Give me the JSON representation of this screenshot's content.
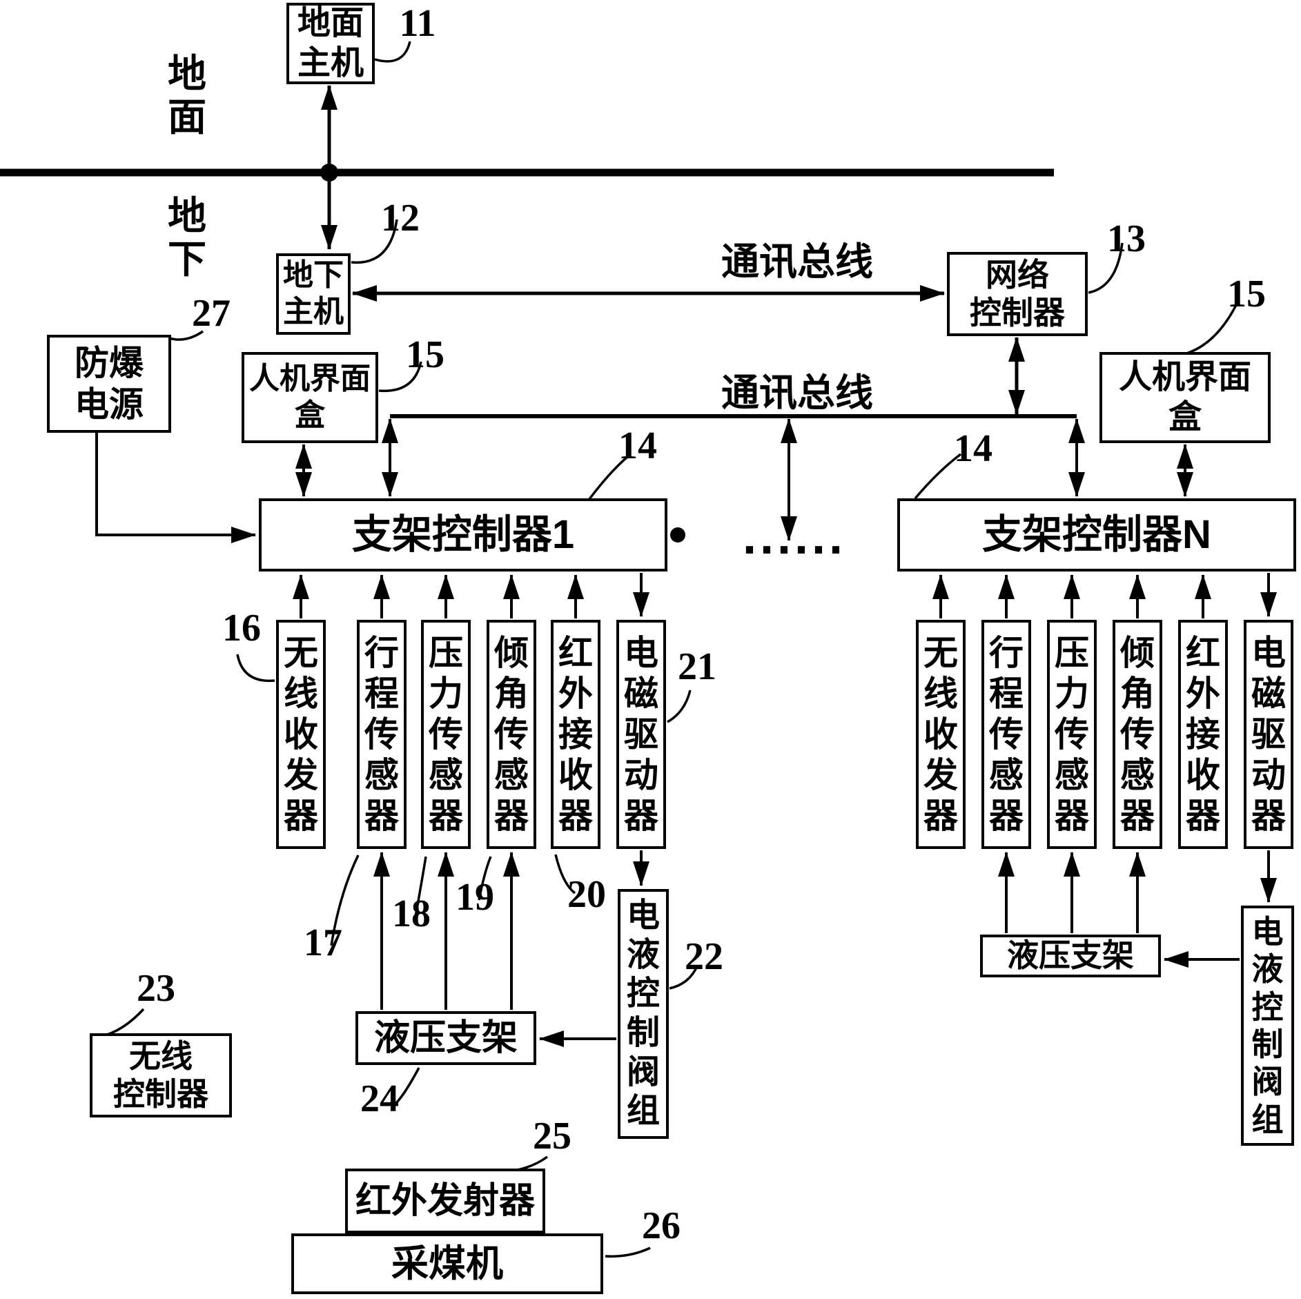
{
  "labels": {
    "surface": "地面",
    "underground": "地下",
    "bus": "通讯总线",
    "ellipsis": "......"
  },
  "nodes": {
    "ground_host": {
      "label": "地面\n主机",
      "ref": "11"
    },
    "underground_host": {
      "label": "地下\n主机",
      "ref": "12"
    },
    "network_controller": {
      "label": "网络\n控制器",
      "ref": "13"
    },
    "support_controller_1": {
      "label": "支架控制器1",
      "ref": "14"
    },
    "support_controller_n": {
      "label": "支架控制器N",
      "ref": "14"
    },
    "hmi_box": {
      "label": "人机界面\n盒",
      "ref": "15"
    },
    "explosion_proof_power": {
      "label": "防爆\n电源",
      "ref": "27"
    },
    "wireless_controller": {
      "label": "无线\n控制器",
      "ref": "23"
    },
    "hydraulic_support": {
      "label": "液压支架",
      "ref": "24"
    },
    "electro_hydraulic_valve_group": {
      "label": "电液控制阀组",
      "ref": "22"
    },
    "infrared_transmitter": {
      "label": "红外发射器",
      "ref": "25"
    },
    "coal_shearer": {
      "label": "采煤机",
      "ref": "26"
    }
  },
  "sensors": {
    "items": [
      "无线收发器",
      "行程传感器",
      "压力传感器",
      "倾角传感器",
      "红外接收器",
      "电磁驱动器"
    ],
    "refs": [
      "16",
      "17",
      "18",
      "19",
      "20",
      "21"
    ]
  }
}
